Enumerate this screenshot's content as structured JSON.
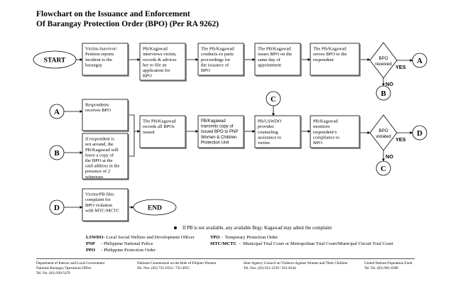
{
  "title": {
    "line1": "Flowchart on the Issuance and Enforcement",
    "line2": "Of Barangay Protection Order (BPO) (Per RA 9262)"
  },
  "terminals": {
    "start": "START",
    "end": "END"
  },
  "connectors": {
    "a_out": "A",
    "a_in": "A",
    "b_out": "B",
    "b_in": "B",
    "c_out": "C",
    "c_in": "C",
    "d_out": "D",
    "d_in": "D"
  },
  "decisions": {
    "received": {
      "text": [
        "BPO",
        "received"
      ],
      "yes": "YES",
      "no": "NO"
    },
    "violated": {
      "text": [
        "BPO",
        "violated"
      ],
      "yes": "YES",
      "no": "NO"
    }
  },
  "row1": {
    "victim_petition": [
      "Victim-Survivor/",
      "Petition reports",
      "Incident to the",
      "barangay"
    ],
    "interview": [
      "PB/Kagawad",
      "interviews victim,",
      "records & advices",
      "her to file an",
      "application for",
      "BPO"
    ],
    "ex_parte": [
      "The PB/Kagawad",
      "conducts ex parte",
      "proceedings for",
      "the issuance of",
      "BPO"
    ],
    "issue": [
      "The PB/Kagawad",
      "issues BPO on the",
      "same day of",
      "appointment"
    ],
    "serve": [
      "The PB/Kagawad",
      "serves BPO to the",
      "respondent"
    ]
  },
  "row2": {
    "respondent_receives": [
      "Respondents",
      "receives BPO"
    ],
    "leave_copy": [
      "If respondent is",
      "not around, the",
      "PB/Kagawad will",
      "leave a copy of",
      "the BPO at the",
      "said address in the",
      "presence of 2",
      "witnesses"
    ],
    "records": [
      "The PB/Kagawad",
      "records all BPOs",
      "issued"
    ],
    "transmit": [
      "PB/Kagawad",
      "transmits copy of",
      "issued BPO to PNP",
      "Women & Children",
      "Protection Unit"
    ],
    "counseling": [
      "PB/LSWDO",
      "provides",
      "counseling",
      "assistance to",
      "victim"
    ],
    "monitor": [
      "PB/Kagawad",
      "monitors",
      "respondent’s",
      "compliance to",
      "BPO"
    ]
  },
  "row3": {
    "files_complaint": [
      "Victim/PB files",
      "complaint for",
      "BPO violation",
      "with MTC/MCTC"
    ]
  },
  "note": "If PB is not available, any available Brgy. Kagawad may admit the complaint",
  "legend": {
    "left": [
      {
        "abbr": "LSWDO",
        "sep": "-",
        "text": "Local Social Welfare and Development Officer"
      },
      {
        "abbr": "PNP",
        "sep": "-",
        "text": "Philippine National Police"
      },
      {
        "abbr": "PPO",
        "sep": "-",
        "text": "Philippine Protection Order"
      }
    ],
    "right": [
      {
        "abbr": "TPO",
        "sep": "-",
        "text": "Temporary Protection Order"
      },
      {
        "abbr": "MTC/MCTC",
        "sep": "-",
        "text": "Municipal Trial Court or Metropolitan Trial Court/Municipal Circuit Trial Court"
      }
    ]
  },
  "footer": [
    [
      "Department of Interior and Local Government",
      "National Barangay Operations Office",
      "Tel. No. (02) 920-5476"
    ],
    [
      "National Commission on the Role of Filipino Women",
      "Tel. Nos. (02) 735-1654 / 735-4955"
    ],
    [
      "Inter-Agency Council on Violence Against Women and Their Children",
      "Tel. Nos. (02) 951-2239 / 931-8144"
    ],
    [
      "United Nations Population Fund",
      "Tel. No. (02) 901-0300"
    ]
  ]
}
